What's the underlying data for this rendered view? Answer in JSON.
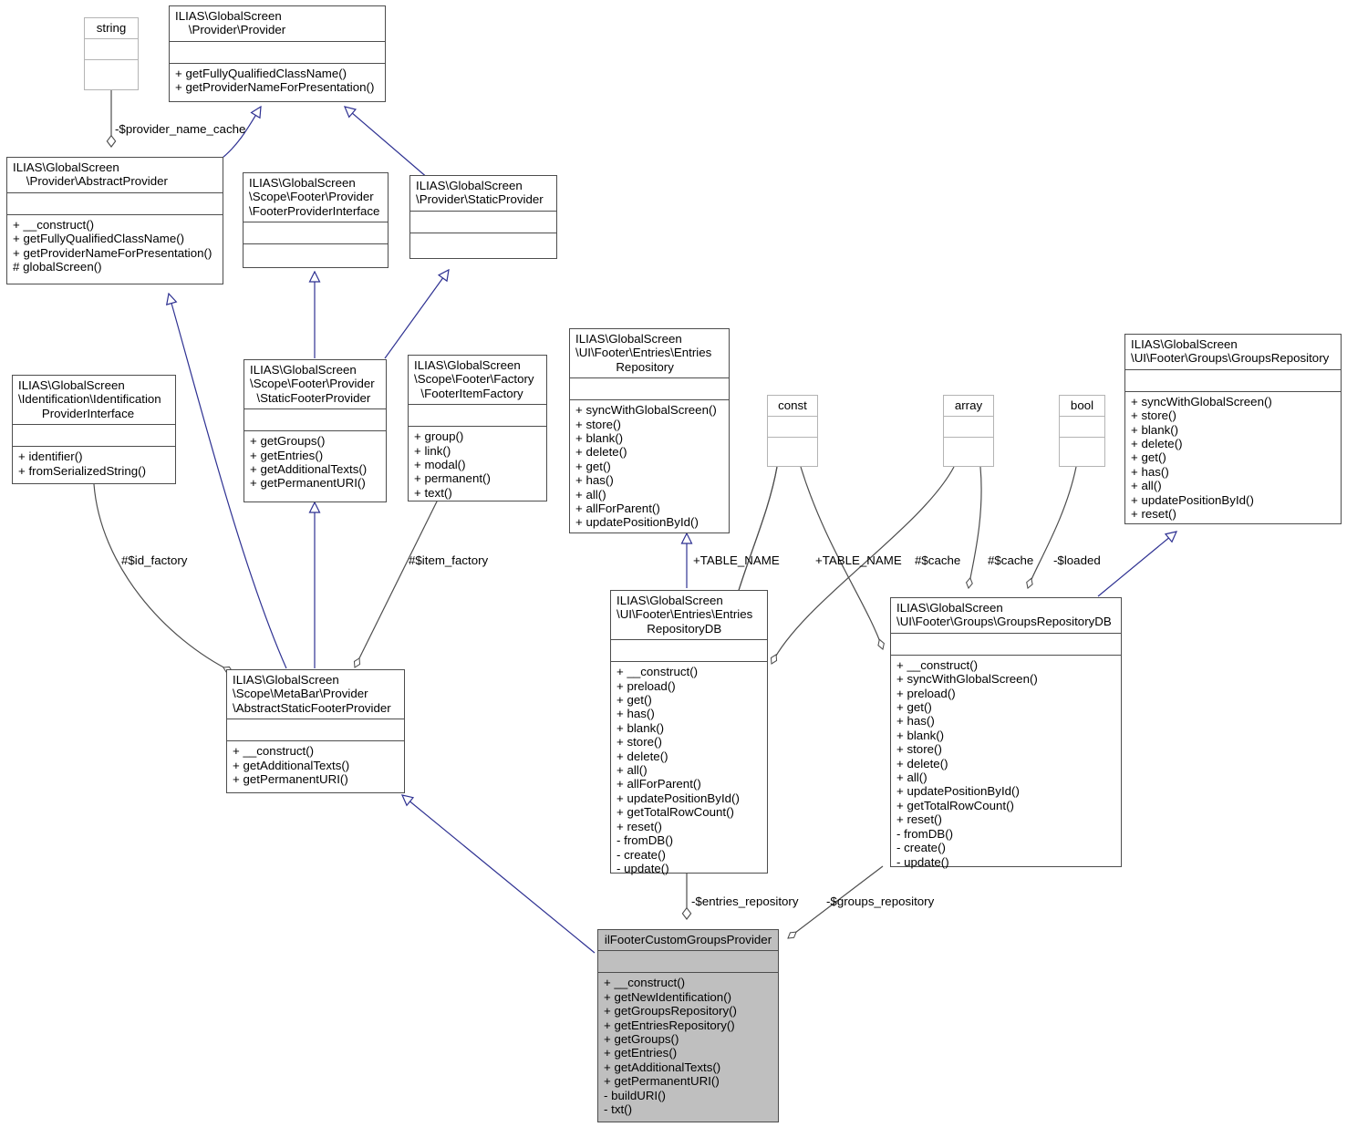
{
  "diagram": {
    "type": "uml-class-diagram",
    "title": "ilFooterCustomGroupsProvider collaboration diagram",
    "colors": {
      "inheritance_line": "#2e3192",
      "association_line": "#4d4d4d",
      "box_border": "#4d4d4d",
      "light_box_border": "#b4b4b4",
      "highlight_fill": "#bfbfbf",
      "background": "#ffffff"
    }
  },
  "classes": {
    "string": {
      "name": "string",
      "attributes": "",
      "operations": ""
    },
    "provider": {
      "name": "ILIAS\\GlobalScreen\n    \\Provider\\Provider",
      "attributes": "",
      "operations": "+ getFullyQualifiedClassName()\n+ getProviderNameForPresentation()"
    },
    "abstract_provider": {
      "name": "ILIAS\\GlobalScreen\n    \\Provider\\AbstractProvider",
      "attributes": "",
      "operations": "+ __construct()\n+ getFullyQualifiedClassName()\n+ getProviderNameForPresentation()\n# globalScreen()"
    },
    "footer_provider_interface": {
      "name": "ILIAS\\GlobalScreen\n\\Scope\\Footer\\Provider\n\\FooterProviderInterface",
      "attributes": "",
      "operations": ""
    },
    "static_provider": {
      "name": "ILIAS\\GlobalScreen\n\\Provider\\StaticProvider",
      "attributes": "",
      "operations": ""
    },
    "identification_provider_interface": {
      "name": "ILIAS\\GlobalScreen\n\\Identification\\Identification\n       ProviderInterface",
      "attributes": "",
      "operations": "+ identifier()\n+ fromSerializedString()"
    },
    "static_footer_provider": {
      "name": "ILIAS\\GlobalScreen\n\\Scope\\Footer\\Provider\n  \\StaticFooterProvider",
      "attributes": "",
      "operations": "+ getGroups()\n+ getEntries()\n+ getAdditionalTexts()\n+ getPermanentURI()"
    },
    "footer_item_factory": {
      "name": "ILIAS\\GlobalScreen\n\\Scope\\Footer\\Factory\n  \\FooterItemFactory",
      "attributes": "",
      "operations": "+ group()\n+ link()\n+ modal()\n+ permanent()\n+ text()"
    },
    "entries_repository": {
      "name": "ILIAS\\GlobalScreen\n\\UI\\Footer\\Entries\\Entries\n            Repository",
      "attributes": "",
      "operations": "+ syncWithGlobalScreen()\n+ store()\n+ blank()\n+ delete()\n+ get()\n+ has()\n+ all()\n+ allForParent()\n+ updatePositionById()"
    },
    "const_box": {
      "name": "const",
      "attributes": "",
      "operations": ""
    },
    "array_box": {
      "name": "array",
      "attributes": "",
      "operations": ""
    },
    "bool_box": {
      "name": "bool",
      "attributes": "",
      "operations": ""
    },
    "groups_repository": {
      "name": "ILIAS\\GlobalScreen\n\\UI\\Footer\\Groups\\GroupsRepository",
      "attributes": "",
      "operations": "+ syncWithGlobalScreen()\n+ store()\n+ blank()\n+ delete()\n+ get()\n+ has()\n+ all()\n+ updatePositionById()\n+ reset()"
    },
    "abstract_static_footer_provider": {
      "name": "ILIAS\\GlobalScreen\n\\Scope\\MetaBar\\Provider\n\\AbstractStaticFooterProvider",
      "attributes": "",
      "operations": "+ __construct()\n+ getAdditionalTexts()\n+ getPermanentURI()"
    },
    "entries_repository_db": {
      "name": "ILIAS\\GlobalScreen\n\\UI\\Footer\\Entries\\Entries\n         RepositoryDB",
      "attributes": "",
      "operations": "+ __construct()\n+ preload()\n+ get()\n+ has()\n+ blank()\n+ store()\n+ delete()\n+ all()\n+ allForParent()\n+ updatePositionById()\n+ getTotalRowCount()\n+ reset()\n- fromDB()\n- create()\n- update()"
    },
    "groups_repository_db": {
      "name": "ILIAS\\GlobalScreen\n\\UI\\Footer\\Groups\\GroupsRepositoryDB",
      "attributes": "",
      "operations": "+ __construct()\n+ syncWithGlobalScreen()\n+ preload()\n+ get()\n+ has()\n+ blank()\n+ store()\n+ delete()\n+ all()\n+ updatePositionById()\n+ getTotalRowCount()\n+ reset()\n- fromDB()\n- create()\n- update()"
    },
    "il_footer_custom_groups_provider": {
      "name": "ilFooterCustomGroupsProvider",
      "attributes": "",
      "operations": "+ __construct()\n+ getNewIdentification()\n+ getGroupsRepository()\n+ getEntriesRepository()\n+ getGroups()\n+ getEntries()\n+ getAdditionalTexts()\n+ getPermanentURI()\n- buildURI()\n- txt()"
    }
  },
  "edge_labels": {
    "provider_name_cache": "-$provider_name_cache",
    "id_factory": "#$id_factory",
    "item_factory": "#$item_factory",
    "table_name_entries": "+TABLE_NAME",
    "table_name_groups": "+TABLE_NAME",
    "cache_entries": "#$cache",
    "cache_groups": "#$cache",
    "loaded": "-$loaded",
    "entries_repository_ref": "-$entries_repository",
    "groups_repository_ref": "-$groups_repository"
  }
}
